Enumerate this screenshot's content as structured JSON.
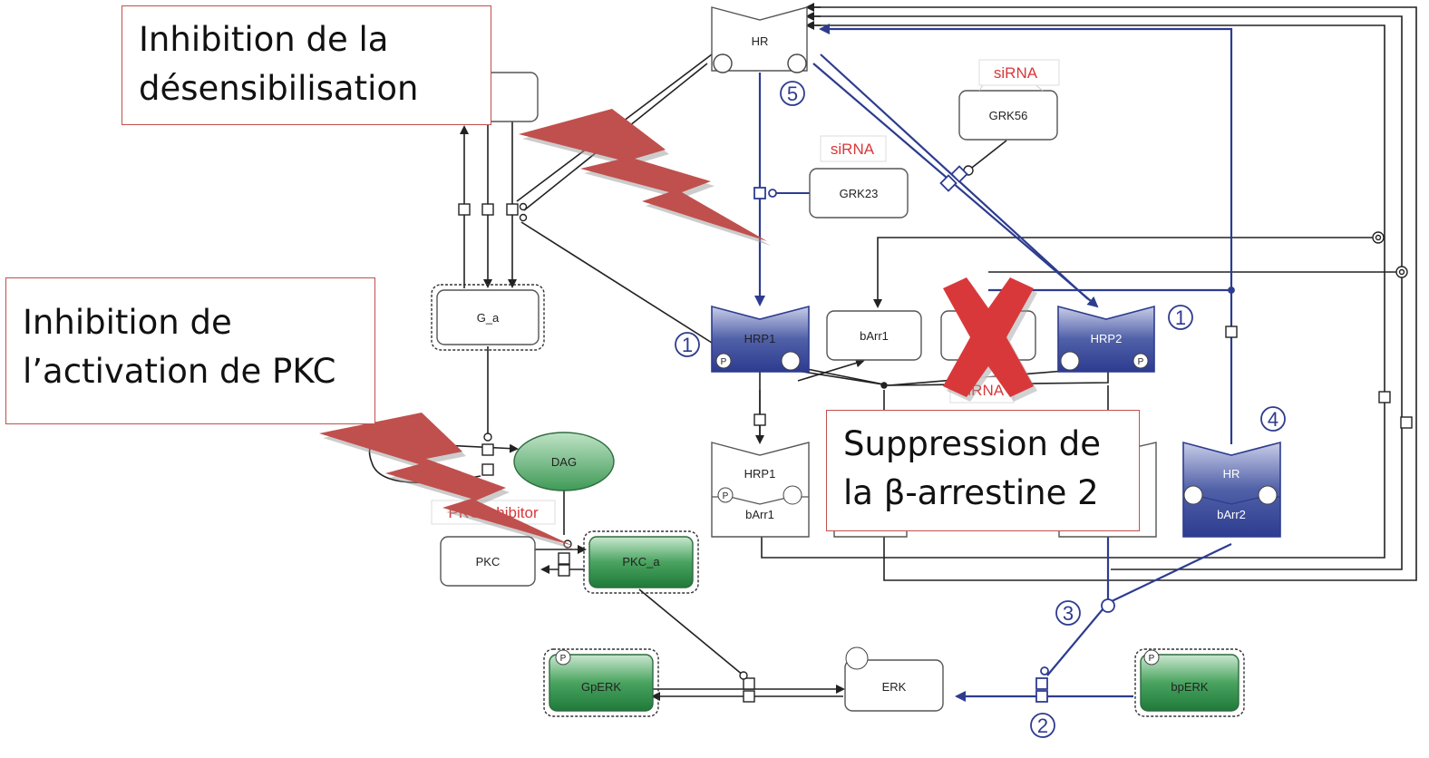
{
  "nodes": {
    "hr_top": "HR",
    "grk56": "GRK56",
    "grk23": "GRK23",
    "sirna_grk56": "siRNA",
    "sirna_grk23": "siRNA",
    "sirna_barr2": "siRNA",
    "g_a": "G_a",
    "dag": "DAG",
    "pkc_inhibitor": "PKC inhibitor",
    "pkc": "PKC",
    "pkc_a": "PKC_a",
    "hrp1": "HRP1",
    "barr1": "bArr1",
    "hrp2": "HRP2",
    "hrp1_barr1_top": "HRP1",
    "hrp1_barr1_bottom": "bArr1",
    "hr_barr2_top": "HR",
    "hr_barr2_bottom": "bArr2",
    "gperk": "GpERK",
    "erk": "ERK",
    "bperk": "bpERK",
    "p": "P"
  },
  "step_numbers": {
    "n1_left": "1",
    "n1_right": "1",
    "n2": "2",
    "n3": "3",
    "n4": "4",
    "n5": "5"
  },
  "callouts": {
    "desensitization": [
      "Inhibition de la",
      "désensibilisation"
    ],
    "pkc_activation": [
      "Inhibition de",
      "l’activation de PKC"
    ],
    "barr2": [
      "Suppression de",
      "la β-arrestine 2"
    ]
  },
  "colors": {
    "pathway_blue": "#2d3c8f",
    "active_green": "#2e8b4a",
    "lightning_red": "#c0504d",
    "cross_red": "#d9383a"
  }
}
